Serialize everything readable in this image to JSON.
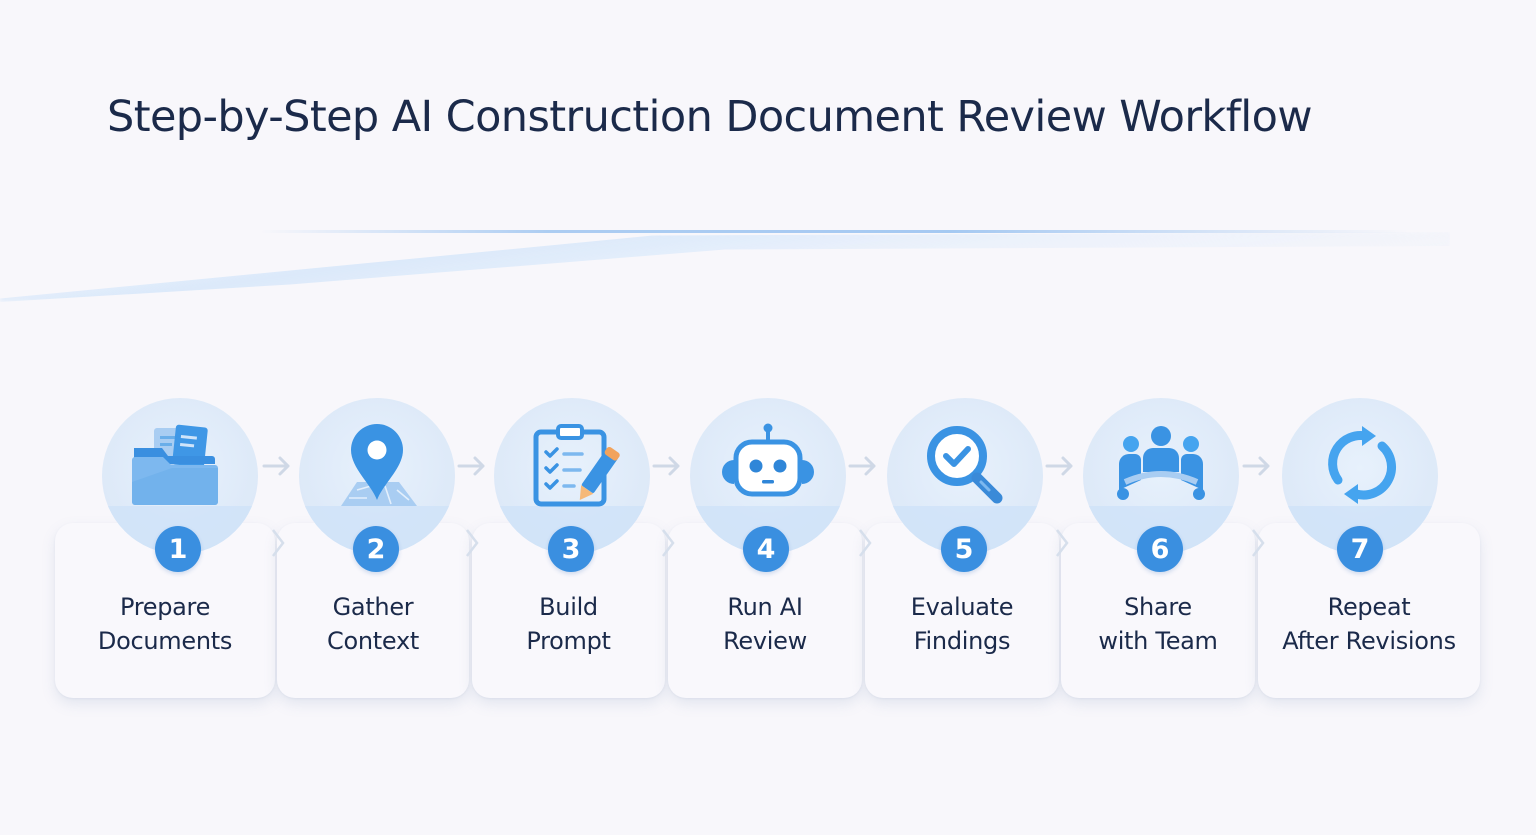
{
  "title": "Step-by-Step AI Construction Document Review Workflow",
  "colors": {
    "background": "#f8f7fb",
    "title_text": "#1b2a4a",
    "accent_blue": "#3a8fe0",
    "icon_blue": "#45a4ef",
    "circle_bg": "#dde9f8",
    "card_bg": "#f9f8fc",
    "connector_arrow": "#cfd8e6",
    "pencil_accent": "#f2a35c"
  },
  "steps": [
    {
      "number": "1",
      "line1": "Prepare",
      "line2": "Documents",
      "icon": "folder-documents-icon"
    },
    {
      "number": "2",
      "line1": "Gather",
      "line2": "Context",
      "icon": "map-pin-icon"
    },
    {
      "number": "3",
      "line1": "Build",
      "line2": "Prompt",
      "icon": "clipboard-checklist-pencil-icon"
    },
    {
      "number": "4",
      "line1": "Run AI",
      "line2": "Review",
      "icon": "robot-icon"
    },
    {
      "number": "5",
      "line1": "Evaluate",
      "line2": "Findings",
      "icon": "magnifier-check-icon"
    },
    {
      "number": "6",
      "line1": "Share",
      "line2": "with Team",
      "icon": "team-meeting-icon"
    },
    {
      "number": "7",
      "line1": "Repeat",
      "line2": "After Revisions",
      "icon": "refresh-cycle-icon"
    }
  ],
  "connectors": [
    "arrow-right",
    "arrow-right",
    "arrow-right",
    "arrow-right",
    "arrow-right",
    "arrow-right"
  ]
}
